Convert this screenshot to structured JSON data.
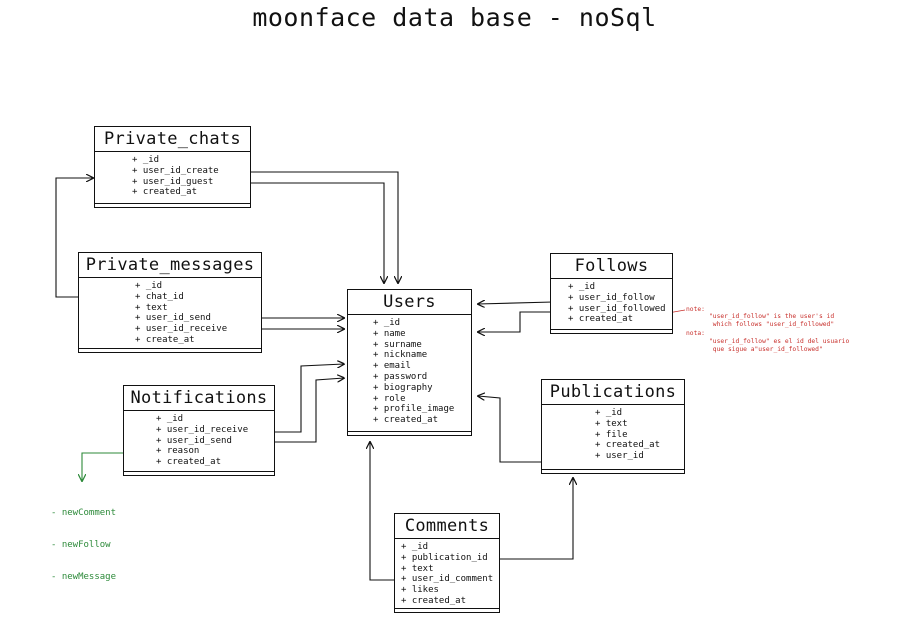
{
  "title": "moonface data base - noSql",
  "entities": {
    "private_chats": {
      "name": "Private_chats",
      "fields": [
        "+ _id",
        "+ user_id_create",
        "+ user_id_guest",
        "+ created_at"
      ]
    },
    "private_messages": {
      "name": "Private_messages",
      "fields": [
        "+ _id",
        "+ chat_id",
        "+ text",
        "+ user_id_send",
        "+ user_id_receive",
        "+ create_at"
      ]
    },
    "users": {
      "name": "Users",
      "fields": [
        "+ _id",
        "+ name",
        "+ surname",
        "+ nickname",
        "+ email",
        "+ password",
        "+ biography",
        "+ role",
        "+ profile_image",
        "+ created_at"
      ]
    },
    "follows": {
      "name": "Follows",
      "fields": [
        "+ _id",
        "+ user_id_follow",
        "+ user_id_followed",
        "+ created_at"
      ]
    },
    "notifications": {
      "name": "Notifications",
      "fields": [
        "+ _id",
        "+ user_id_receive",
        "+ user_id_send",
        "+ reason",
        "+ created_at"
      ]
    },
    "publications": {
      "name": "Publications",
      "fields": [
        "+ _id",
        "+ text",
        "+ file",
        "+ created_at",
        "+ user_id"
      ]
    },
    "comments": {
      "name": "Comments",
      "fields": [
        "+ _id",
        "+ publication_id",
        "+ text",
        "+ user_id_comment",
        "+ likes",
        "+ created_at"
      ]
    }
  },
  "notes": {
    "note_label": "note:",
    "note_text": "\"user_id_follow\" is the user's id\n which follows \"user_id_followed\"",
    "nota_label": "nota:",
    "nota_text": "\"user_id_follow\" es el id del usuario\n que sigue a\"user_id_followed\""
  },
  "reason_values": [
    "- newComment",
    "- newFollow",
    "- newMessage"
  ],
  "colors": {
    "line": "#111111",
    "note": "#c8302c",
    "reason": "#2d8a3a"
  }
}
